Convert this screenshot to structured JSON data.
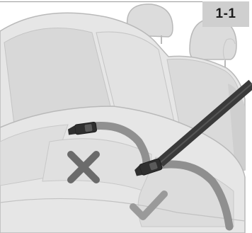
{
  "figure": {
    "label": "1-1"
  },
  "indicators": {
    "wrong": {
      "icon": "cross-icon",
      "meaning": "incorrect"
    },
    "right": {
      "icon": "checkmark-icon",
      "meaning": "correct"
    }
  },
  "colors": {
    "seat": "#e4e4e4",
    "seat_shadow": "#d0d0d0",
    "seat_outline": "#b9b9b9",
    "belt": "#3a3a3a",
    "belt_lap": "#8f8f8f",
    "cross": "#6b6b6b",
    "check": "#9a9a9a",
    "label_bg": "#cfcfcf"
  }
}
